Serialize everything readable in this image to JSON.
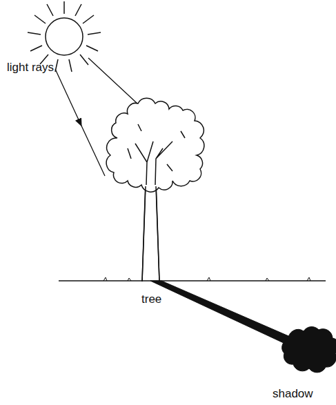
{
  "diagram": {
    "labels": [
      "light rays",
      "tree",
      "shadow"
    ]
  }
}
